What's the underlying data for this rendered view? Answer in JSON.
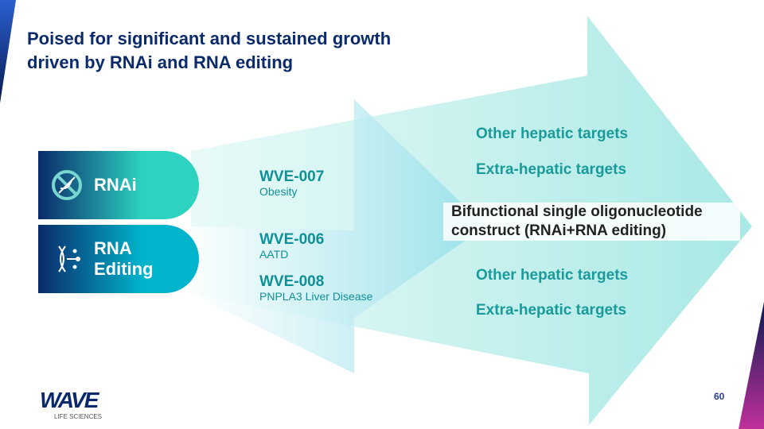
{
  "title": [
    "Poised for significant and sustained growth",
    "driven by RNAi and RNA editing"
  ],
  "modalities": [
    {
      "label": "RNAi",
      "icon": "dna-blocked-icon"
    },
    {
      "label1": "RNA",
      "label2": "Editing",
      "icon": "dna-edit-icon"
    }
  ],
  "programs": [
    {
      "name": "WVE-007",
      "indication": "Obesity"
    },
    {
      "name": "WVE-006",
      "indication": "AATD"
    },
    {
      "name": "WVE-008",
      "indication": "PNPLA3 Liver Disease"
    }
  ],
  "targets": {
    "rnai_other": "Other hepatic targets",
    "rnai_extra": "Extra-hepatic targets",
    "edit_other": "Other hepatic targets",
    "edit_extra": "Extra-hepatic targets"
  },
  "bifunctional": [
    "Bifunctional single oligonucleotide",
    "construct (RNAi+RNA editing)"
  ],
  "logo": {
    "name": "WAVE",
    "sub": "LIFE SCIENCES"
  },
  "page_number": "60",
  "colors": {
    "navy": "#0a2a6b",
    "teal": "#2dd3c0",
    "cyan": "#00b4cc",
    "magenta": "#c0309a"
  }
}
